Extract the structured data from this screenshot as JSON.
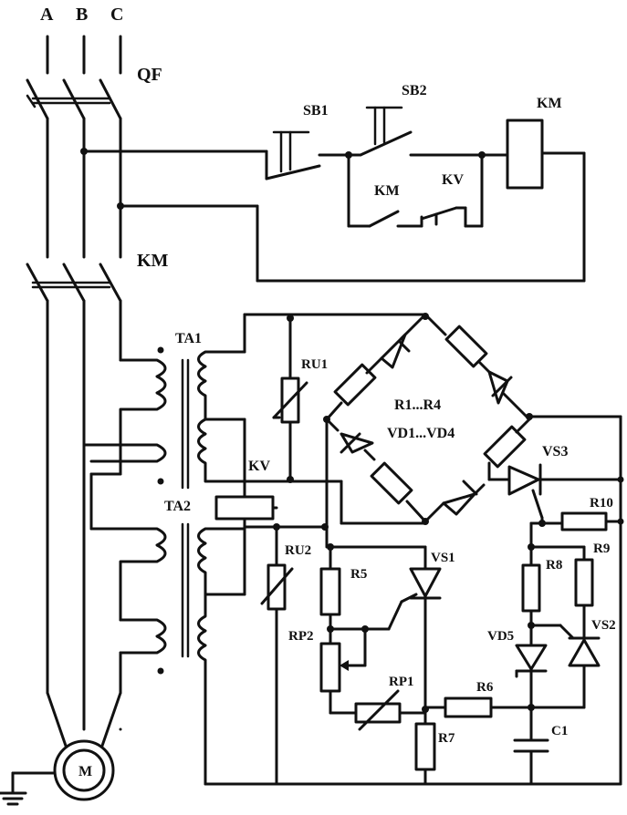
{
  "labels": {
    "phase_a": "A",
    "phase_b": "B",
    "phase_c": "C",
    "qf": "QF",
    "sb1": "SB1",
    "sb2": "SB2",
    "km_coil": "KM",
    "km_contact": "KM",
    "kv_contact": "KV",
    "km_main": "KM",
    "ta1": "TA1",
    "ta2": "TA2",
    "kv_coil": "KV",
    "ru1": "RU1",
    "ru2": "RU2",
    "bridge_r": "R1...R4",
    "bridge_vd": "VD1...VD4",
    "vs3": "VS3",
    "r10": "R10",
    "r9": "R9",
    "r8": "R8",
    "vs1": "VS1",
    "r5": "R5",
    "rp2": "RP2",
    "rp1": "RP1",
    "r6": "R6",
    "r7": "R7",
    "vd5": "VD5",
    "vs2": "VS2",
    "c1": "C1",
    "motor": "M"
  }
}
